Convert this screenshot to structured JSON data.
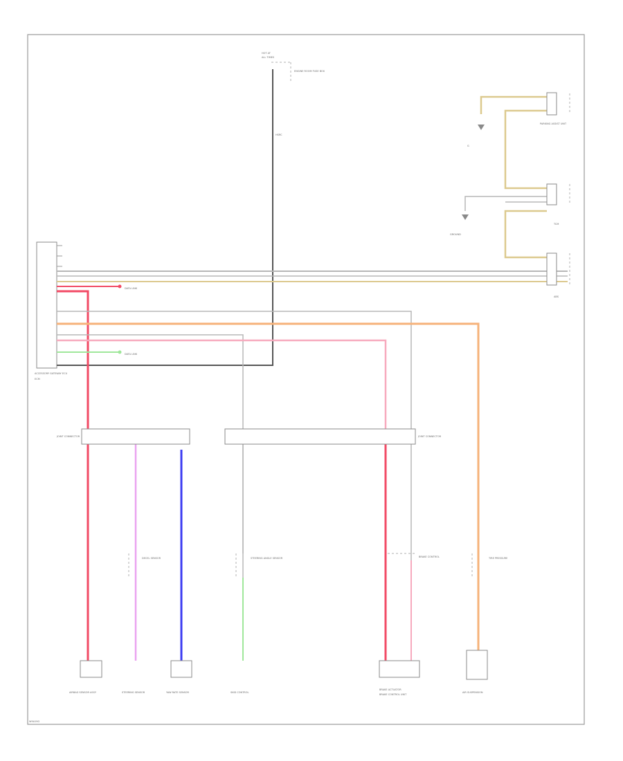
{
  "footer_code": "W9A19G",
  "colors": {
    "black": "#555555",
    "gray": "#b7b7b7",
    "red": "#f24a64",
    "pink": "#f7a9bd",
    "violet": "#e9a2f0",
    "blue": "#3c3cf2",
    "green": "#9fe79a",
    "orange": "#f6b27a",
    "yellow": "#dcc98e"
  },
  "labels": {
    "top_header_1": "HOT AT",
    "top_header_2": "ALL TIMES",
    "top_fuse": "ENGINE ROOM FUSE BOX",
    "hsrc_conn": "HSRC",
    "hsrc_note": "HSRC",
    "park_unit": "PARKING ASSIST UNIT",
    "tcm_label": "TCM",
    "ground_unit": "GROUND",
    "ground_label_1": "G",
    "ecm_label": "ECM",
    "ecm_conn": "ECM",
    "abs_label": "ABS",
    "data_link_1": "DATA LINK",
    "data_link_2": "DATA LINK",
    "jc_left": "JOINT CONNECTOR",
    "jc_right": "JOINT CONNECTOR",
    "left_module": "ACCESSORY GATEWAY ECU",
    "yaw_sensor": "DECEL SENSOR",
    "steer_angle": "STEERING ANGLE SENSOR",
    "brake_ctrl": "BRAKE CONTROL",
    "tire_pres": "TIRE PRESSURE",
    "pass_brake": "BRAKE CONTROL UNIT",
    "comp_1": "AIRBAG SENSOR ASSY",
    "comp_2": "STEERING SENSOR",
    "comp_3": "YAW RATE SENSOR",
    "comp_4": "SKID CONTROL",
    "comp_5": "BRAKE ACTUATOR",
    "comp_6": "AIR SUSPENSION"
  }
}
